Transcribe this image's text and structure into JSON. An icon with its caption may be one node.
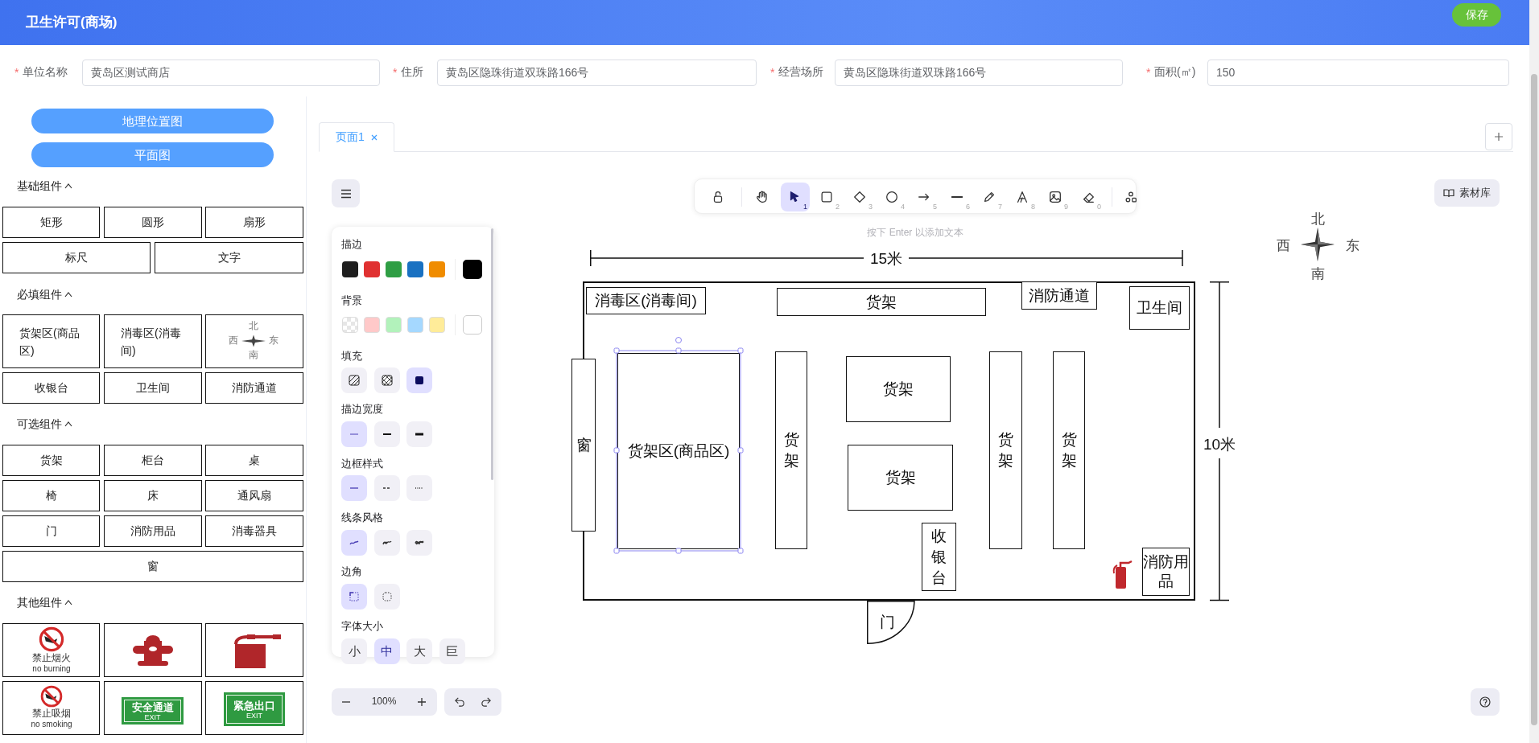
{
  "diagram": {
    "title": "卫生许可(商场)",
    "nodes": [
      {
        "text": [
          "矩形"
        ]
      },
      {
        "text": [
          "圆形"
        ]
      },
      {
        "text": [
          "扇形"
        ]
      },
      {
        "text": [
          "标尺"
        ]
      },
      {
        "text": [
          "文字"
        ]
      },
      {
        "text": [
          "货架区(商品区)"
        ]
      },
      {
        "text": [
          "消毒区(消毒间)"
        ]
      },
      {
        "text": [
          "北",
          "西",
          "东",
          "南"
        ]
      },
      {
        "text": [
          "收银台"
        ]
      },
      {
        "text": [
          "卫生间"
        ]
      },
      {
        "text": [
          "消防通道"
        ]
      },
      {
        "text": [
          "货架"
        ]
      },
      {
        "text": [
          "柜台"
        ]
      },
      {
        "text": [
          "桌"
        ]
      },
      {
        "text": [
          "椅"
        ]
      },
      {
        "text": [
          "床"
        ]
      },
      {
        "text": [
          "通风扇"
        ]
      },
      {
        "text": [
          "门"
        ]
      },
      {
        "text": [
          "消防用品"
        ]
      },
      {
        "text": [
          "消毒器具"
        ]
      },
      {
        "text": [
          "窗"
        ]
      },
      {
        "text": [
          "禁止烟火",
          "no burning"
        ]
      },
      {
        "text": [],
        "shape": "picture"
      },
      {
        "text": [],
        "shape": "picture"
      },
      {
        "text": [
          "禁止吸烟",
          "no smoking"
        ]
      },
      {
        "text": [
          "安全通道",
          "EXIT"
        ]
      },
      {
        "text": [
          "紧急出口",
          "EXIT"
        ]
      },
      {
        "text": [],
        "shape": "box"
      },
      {
        "text": [
          "消毒区(消毒间)"
        ],
        "in": 27
      },
      {
        "text": [
          "货架"
        ],
        "in": 27
      },
      {
        "text": [
          "消防通道"
        ],
        "in": 27
      },
      {
        "text": [
          "卫生间"
        ],
        "in": 27
      },
      {
        "text": [
          "窗"
        ]
      },
      {
        "text": [
          "货架区(商品区)"
        ],
        "in": 27
      },
      {
        "text": [
          "货架"
        ],
        "in": 27
      },
      {
        "text": [
          "货架"
        ],
        "in": 27
      },
      {
        "text": [
          "货架"
        ],
        "in": 27
      },
      {
        "text": [
          "收银台"
        ],
        "in": 27
      },
      {
        "text": [
          "货架"
        ],
        "in": 27
      },
      {
        "text": [
          "货架"
        ],
        "in": 27
      },
      {
        "text": [
          "消防用品"
        ],
        "in": 27
      },
      {
        "text": [
          "门"
        ]
      }
    ],
    "labels": [
      "保存",
      "*",
      "单位名称",
      "黄岛区测试商店",
      "*",
      "住所",
      "黄岛区隐珠街道双珠路166号",
      "*",
      "经营场所",
      "黄岛区隐珠街道双珠路166号",
      "*",
      "面积(㎡)",
      "150",
      "地理位置图",
      "平面图",
      "基础组件",
      "必填组件",
      "可选组件",
      "其他组件",
      "页面1",
      "1",
      "2",
      "3",
      "4",
      "5",
      "6",
      "7",
      "8",
      "9",
      "0",
      "按下 Enter 以添加文本",
      "素材库",
      "描边",
      "背景",
      "填充",
      "描边宽度",
      "边框样式",
      "线条风格",
      "边角",
      "字体大小",
      "小",
      "中",
      "大",
      "巨",
      "100%",
      "15米",
      "10米",
      "北",
      "西",
      "东",
      "南"
    ]
  }
}
